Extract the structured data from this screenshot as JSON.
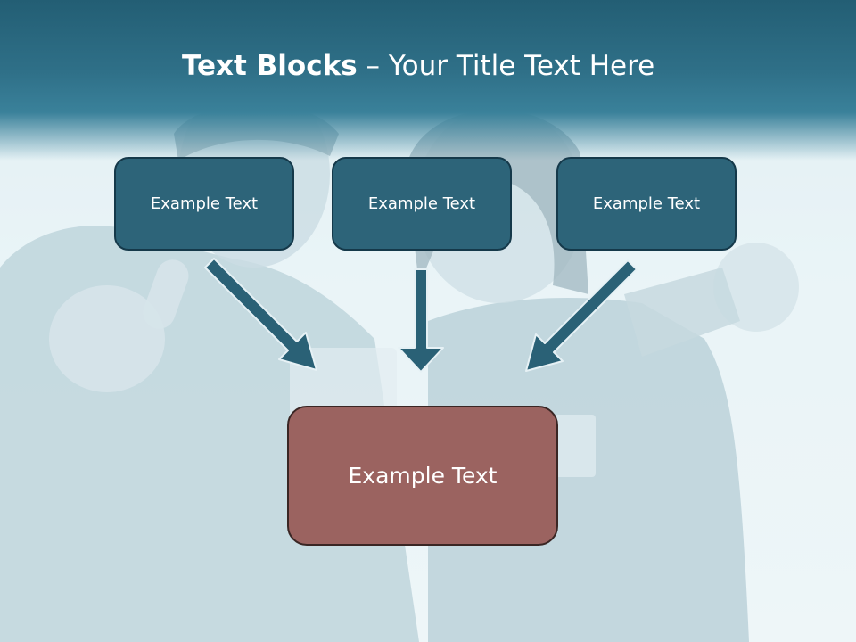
{
  "title": {
    "bold": "Text Blocks",
    "rest": " – Your Title Text Here"
  },
  "boxes": {
    "left": "Example Text",
    "middle": "Example Text",
    "right": "Example Text",
    "bottom": "Example Text"
  },
  "colors": {
    "header": "#2f7088",
    "box_fill": "#2d6479",
    "box_border": "#15394a",
    "bottom_fill": "#9b6360",
    "arrow": "#2a6176"
  }
}
